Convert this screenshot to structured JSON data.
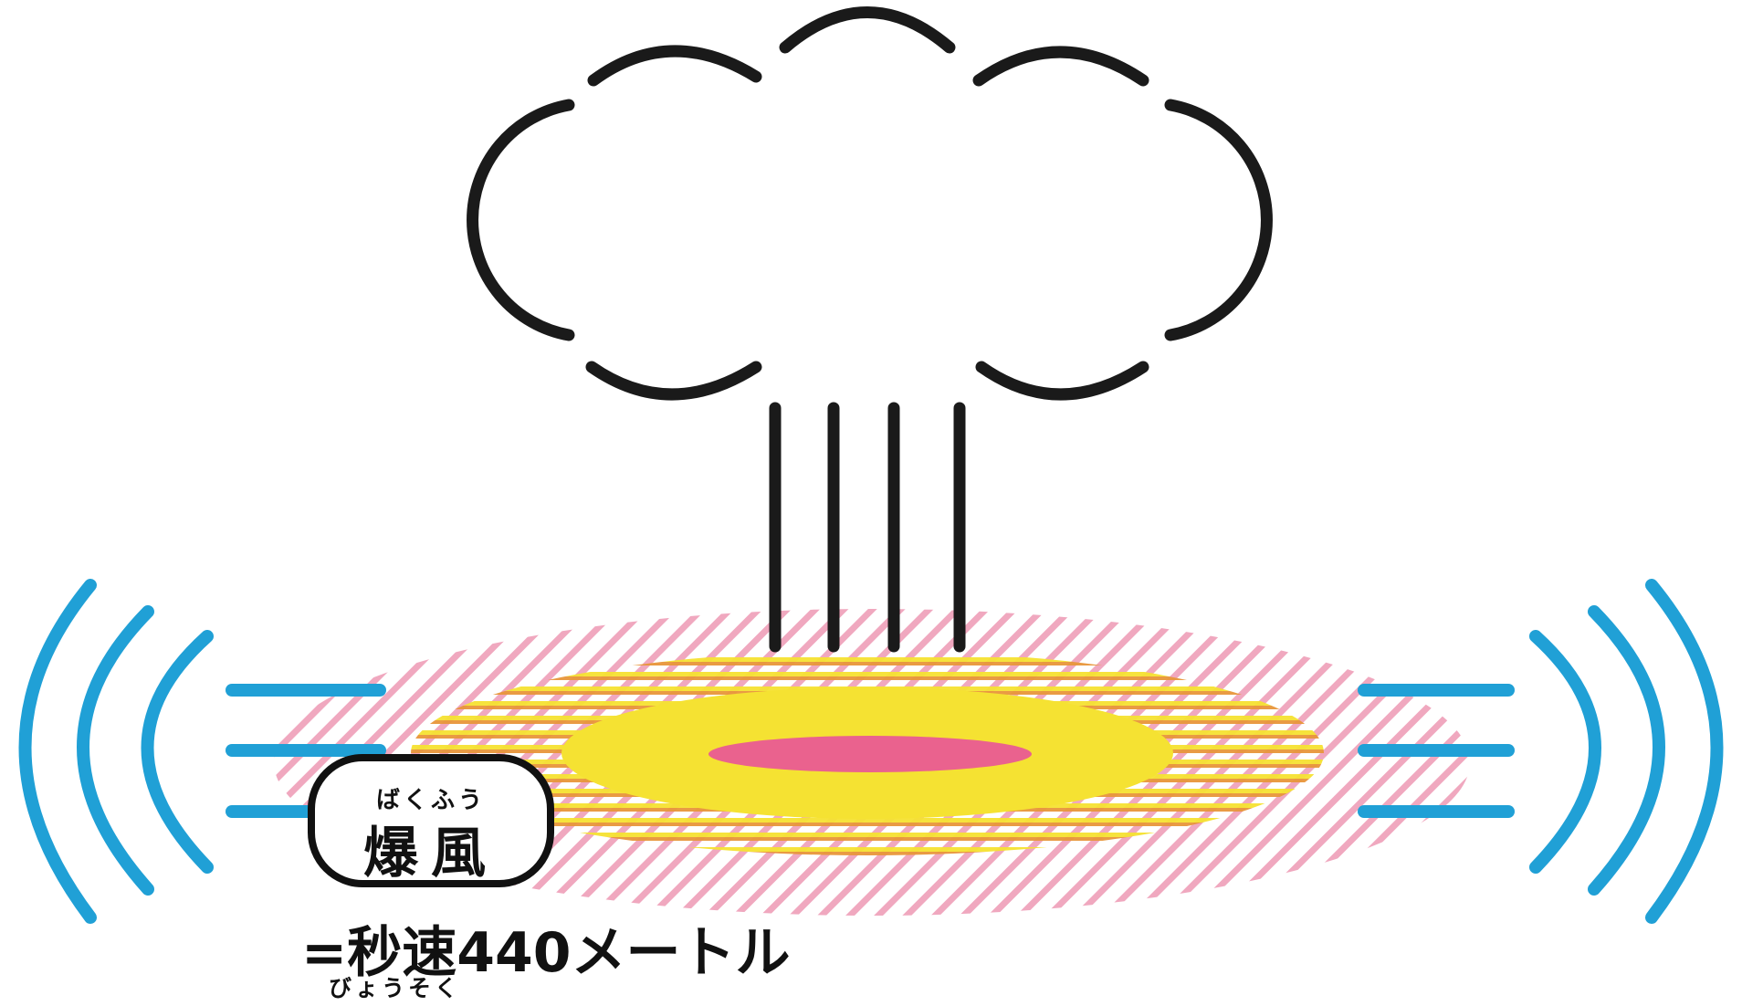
{
  "label": {
    "ruby": "ばくふう",
    "text": "爆風"
  },
  "speed": {
    "text": "=秒速440メートル",
    "ruby": "びょうそく"
  },
  "colors": {
    "cloud_outline": "#1a1a1a",
    "wind": "#20a0d6",
    "hatch_pink": "#f0a8bf",
    "hatch_orange": "#e8963a",
    "core_yellow": "#f5e232",
    "center_pink": "#ea628e"
  },
  "icons": [
    "mushroom-cloud-icon",
    "wind-arcs-icon",
    "blast-zone-icon"
  ]
}
